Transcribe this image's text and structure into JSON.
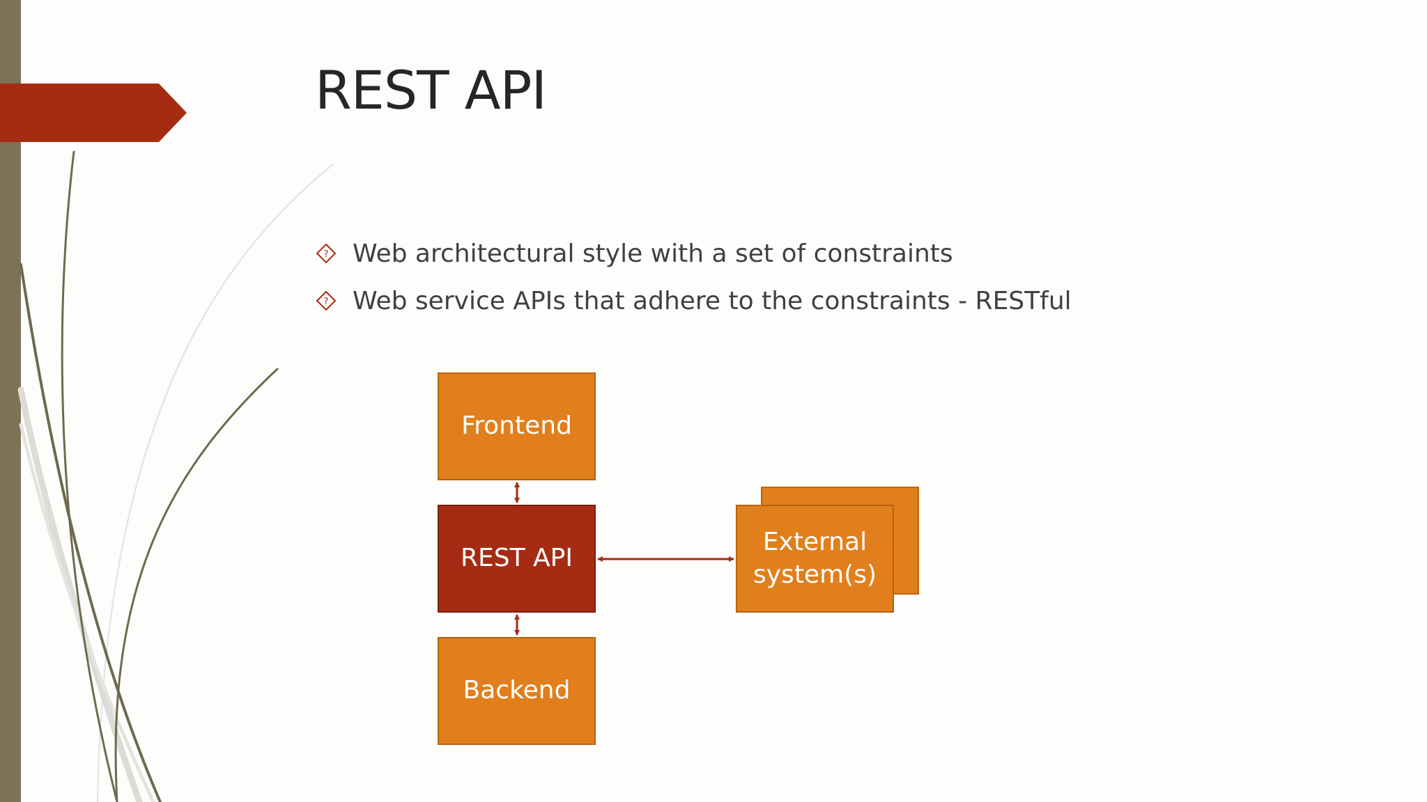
{
  "slide": {
    "title": "REST API",
    "bullets": [
      {
        "icon": "diamond-bullet-icon",
        "text": "Web architectural style with a set of constraints"
      },
      {
        "icon": "diamond-bullet-icon",
        "text": "Web service APIs that adhere to the constraints - RESTful"
      }
    ]
  },
  "diagram": {
    "nodes": {
      "frontend": "Frontend",
      "rest_api": "REST API",
      "backend": "Backend",
      "external_line1": "External",
      "external_line2": "system(s)"
    },
    "edges": [
      {
        "from": "frontend",
        "to": "rest_api",
        "type": "bidirectional"
      },
      {
        "from": "rest_api",
        "to": "backend",
        "type": "bidirectional"
      },
      {
        "from": "rest_api",
        "to": "external",
        "type": "bidirectional"
      }
    ]
  },
  "colors": {
    "accent_red": "#a52c12",
    "box_orange": "#e07f1c",
    "sidebar_olive": "#7b7258",
    "title_text": "#262626"
  }
}
